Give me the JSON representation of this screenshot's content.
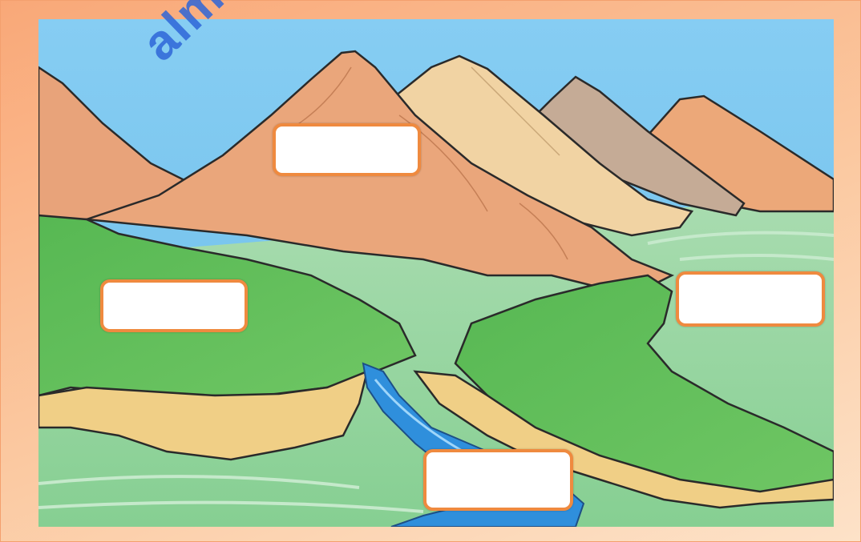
{
  "watermark": {
    "text": "alm"
  },
  "scene": {
    "description_tags": [
      "mountain",
      "plateau",
      "valley",
      "river",
      "plain"
    ],
    "colors": {
      "sky": "#7fcaf1",
      "mountain_orange": "#e9a67a",
      "mountain_sand": "#f0d1a0",
      "mountain_gray": "#c3a894",
      "grass": "#5cbc55",
      "plain": "#9bd6a4",
      "cliff": "#f0cf86",
      "river": "#2f8fdc",
      "label_border": "#ef8a3f"
    }
  },
  "label_boxes": [
    {
      "id": "mountain-label",
      "value": ""
    },
    {
      "id": "plateau-label",
      "value": ""
    },
    {
      "id": "plain-label",
      "value": ""
    },
    {
      "id": "valley-label",
      "value": ""
    }
  ]
}
